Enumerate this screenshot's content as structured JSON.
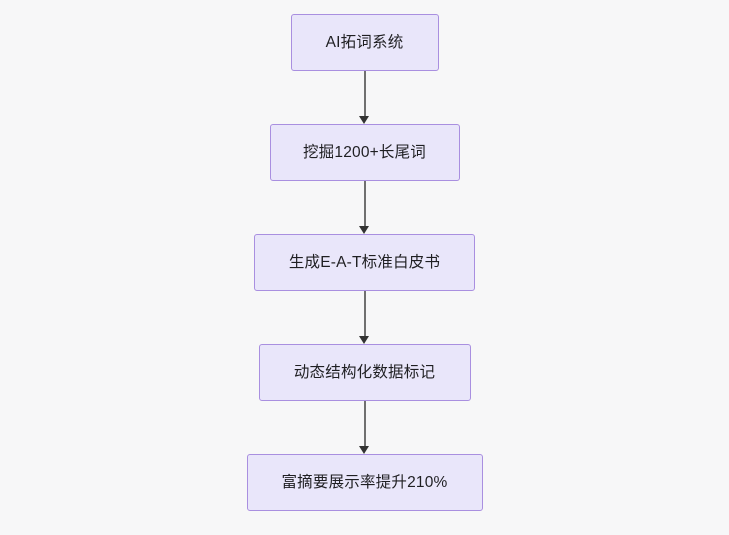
{
  "diagram": {
    "type": "flowchart",
    "orientation": "top-to-bottom",
    "background_color": "#f7f7f8",
    "node_fill_color": "#e9e6fa",
    "node_border_color": "#a98fe0",
    "node_text_color": "#1f1f22",
    "connector_color": "#707070",
    "arrowhead_color": "#333333",
    "nodes": [
      {
        "id": "node-1",
        "label": "AI拓词系统"
      },
      {
        "id": "node-2",
        "label": "挖掘1200+长尾词"
      },
      {
        "id": "node-3",
        "label": "生成E-A-T标准白皮书"
      },
      {
        "id": "node-4",
        "label": "动态结构化数据标记"
      },
      {
        "id": "node-5",
        "label": "富摘要展示率提升210%"
      }
    ],
    "edges": [
      {
        "id": "edge-1",
        "from": "node-1",
        "to": "node-2",
        "label": ""
      },
      {
        "id": "edge-2",
        "from": "node-2",
        "to": "node-3",
        "label": ""
      },
      {
        "id": "edge-3",
        "from": "node-3",
        "to": "node-4",
        "label": ""
      },
      {
        "id": "edge-4",
        "from": "node-4",
        "to": "node-5",
        "label": ""
      }
    ]
  }
}
